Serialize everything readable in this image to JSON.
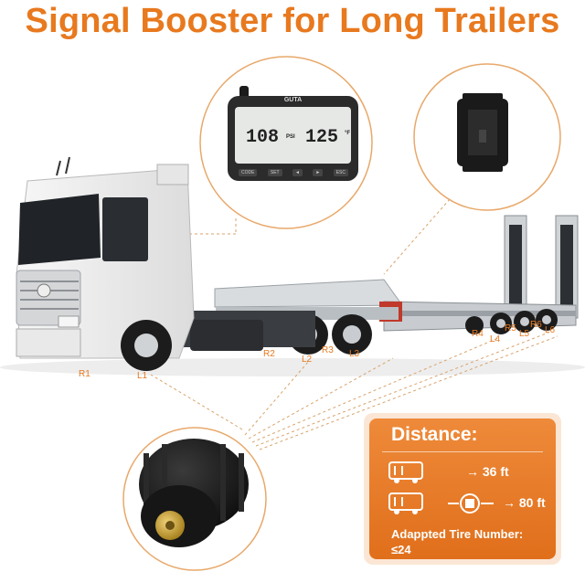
{
  "title": "Signal Booster for Long Trailers",
  "monitor": {
    "brand": "GUTA",
    "left_value": "108",
    "left_unit": "PSI",
    "right_value": "125",
    "right_unit": "°F",
    "buttons": [
      "CODE",
      "SET",
      "◄",
      "►",
      "ESC"
    ]
  },
  "tire_labels": {
    "R1": "R1",
    "L1": "L1",
    "R2": "R2",
    "L2": "L2",
    "R3": "R3",
    "L3": "L3",
    "R4": "R4",
    "L4": "L4",
    "R5": "R5",
    "L5": "L5",
    "R6": "R6",
    "L6": "L6"
  },
  "info_card": {
    "title": "Distance:",
    "distance_1": "→ 36 ft",
    "distance_2": "→ 80 ft",
    "tire_label": "Adappted Tire Number:",
    "tire_value": "≤24"
  },
  "colors": {
    "accent": "#e8791e",
    "card": "#e8761f"
  }
}
